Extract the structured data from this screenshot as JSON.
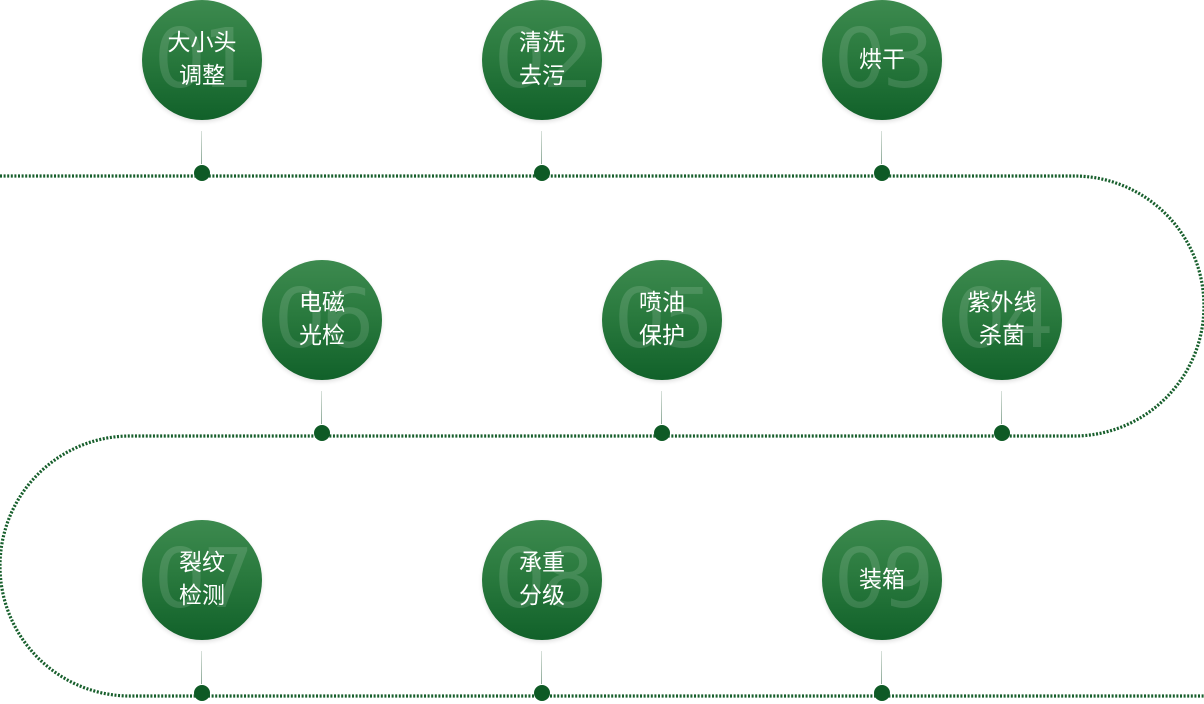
{
  "colors": {
    "path": "#175f2c",
    "circle_top": "#3d8a4f",
    "circle_bottom": "#11612a",
    "dot": "#0e5a25"
  },
  "steps": [
    {
      "num": "01",
      "line1": "大小头",
      "line2": "调整"
    },
    {
      "num": "02",
      "line1": "清洗",
      "line2": "去污"
    },
    {
      "num": "03",
      "line1": "烘干",
      "line2": ""
    },
    {
      "num": "04",
      "line1": "紫外线",
      "line2": "杀菌"
    },
    {
      "num": "05",
      "line1": "喷油",
      "line2": "保护"
    },
    {
      "num": "06",
      "line1": "电磁",
      "line2": "光检"
    },
    {
      "num": "07",
      "line1": "裂纹",
      "line2": "检测"
    },
    {
      "num": "08",
      "line1": "承重",
      "line2": "分级"
    },
    {
      "num": "09",
      "line1": "装箱",
      "line2": ""
    }
  ]
}
